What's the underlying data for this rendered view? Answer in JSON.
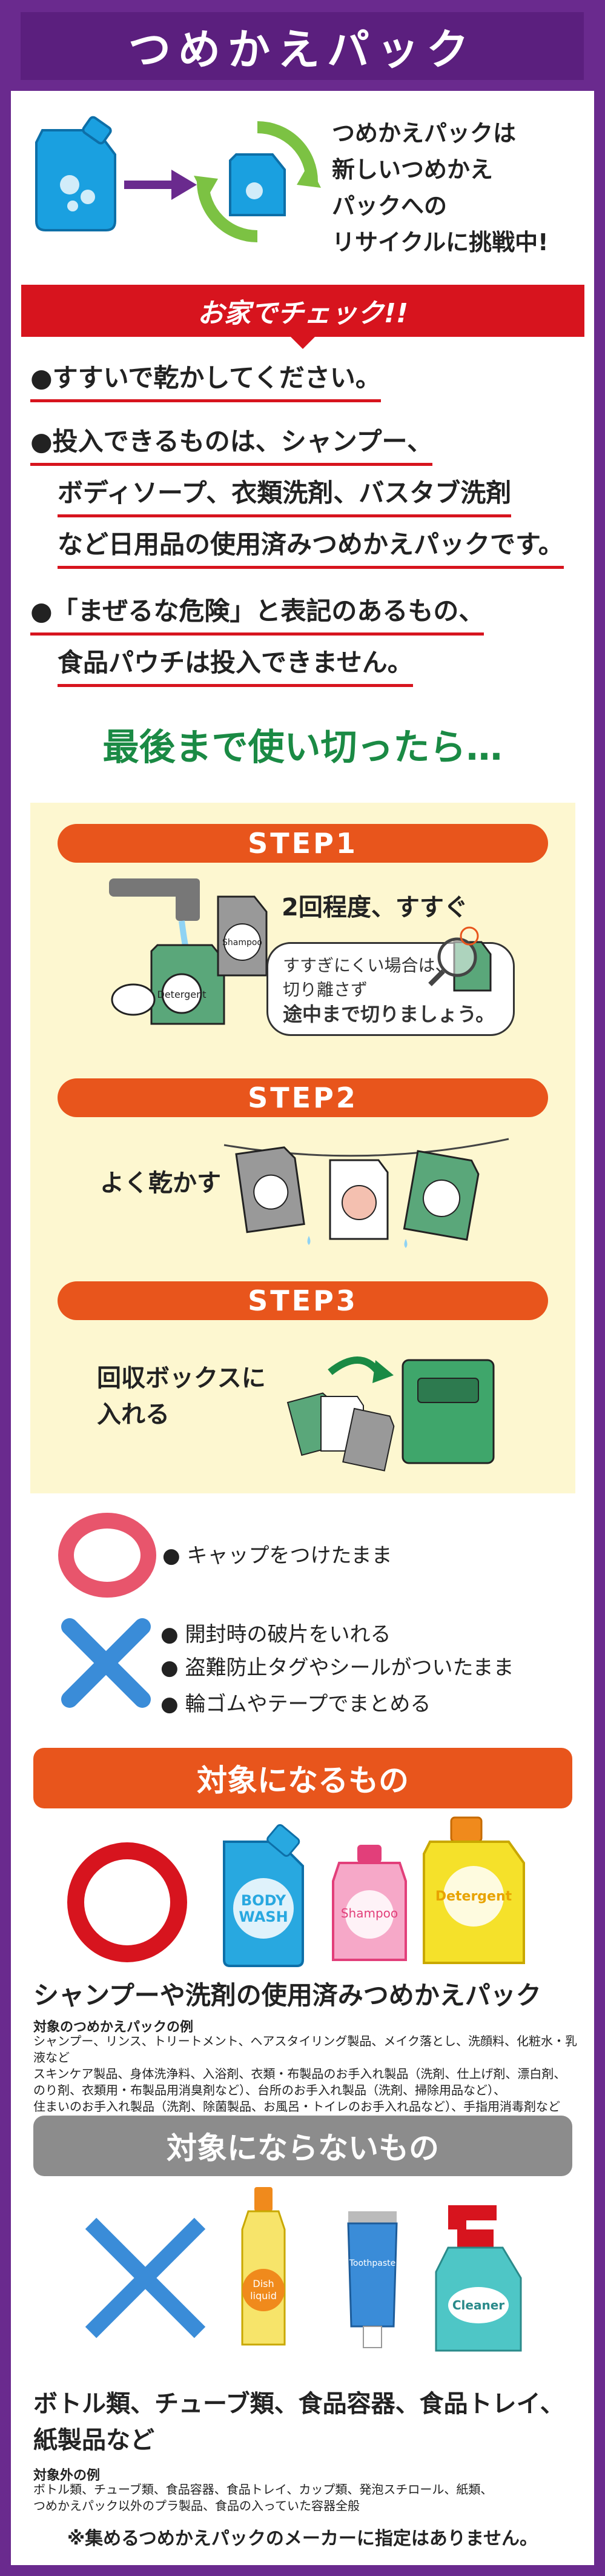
{
  "title": "つめかえパック",
  "intro": {
    "lines": [
      "つめかえパックは",
      "新しいつめかえ",
      "パックへの",
      "リサイクルに挑戦中!"
    ]
  },
  "check": {
    "banner": "お家でチェック!!",
    "items": [
      "●すすいで乾かしてください。",
      "●投入できるものは、シャンプー、",
      "ボディソープ、衣類洗剤、バスタブ洗剤",
      "など日用品の使用済みつめかえパックです。",
      "●「まぜるな危険」と表記のあるもの、",
      "食品パウチは投入できません。"
    ]
  },
  "heading": "最後まで使い切ったら…",
  "steps": [
    {
      "label": "STEP1",
      "text": "2回程度、すすぐ"
    },
    {
      "label": "STEP2",
      "text": "よく乾かす"
    },
    {
      "label": "STEP3",
      "text_line1": "回収ボックスに",
      "text_line2": "入れる"
    }
  ],
  "bubble": {
    "line1": "すすぎにくい場合は、",
    "line2": "切り離さず",
    "line3": "途中まで切りましょう。"
  },
  "bag_labels": {
    "detergent": "Detergent",
    "shampoo": "Shampoo",
    "bodywash_line1": "BODY",
    "bodywash_line2": "WASH",
    "dish_line1": "Dish",
    "dish_line2": "liquid",
    "toothpaste": "Toothpaste",
    "cleaner": "Cleaner"
  },
  "ok_rule": "● キャップをつけたまま",
  "ng_rules": [
    "● 開封時の破片をいれる",
    "● 盗難防止タグやシールがついたまま",
    "● 輪ゴムやテープでまとめる"
  ],
  "target": {
    "pill": "対象になるもの",
    "caption": "シャンプーや洗剤の使用済みつめかえパック",
    "examples_head": "対象のつめかえパックの例",
    "examples": [
      "シャンプー、リンス、トリートメント、ヘアスタイリング製品、メイク落とし、洗顔料、化粧水・乳液など",
      "スキンケア製品、身体洗浄料、入浴剤、衣類・布製品のお手入れ製品（洗剤、仕上げ剤、漂白剤、",
      "のり剤、衣類用・布製品用消臭剤など）、台所のお手入れ製品（洗剤、掃除用品など）、",
      "住まいのお手入れ製品（洗剤、除菌製品、お風呂・トイレのお手入れ品など）、手指用消毒剤など"
    ]
  },
  "non_target": {
    "pill": "対象にならないもの",
    "caption_line1": "ボトル類、チューブ類、食品容器、食品トレイ、",
    "caption_line2": "紙製品など",
    "examples_head": "対象外の例",
    "examples": [
      "ボトル類、チューブ類、食品容器、食品トレイ、カップ類、発泡スチロール、紙類、",
      "つめかえパック以外のプラ製品、食品の入っていた容器全般"
    ]
  },
  "footer": "※集めるつめかえパックのメーカーに指定はありません。",
  "colors": {
    "purple": "#6a2a8e",
    "red": "#d7141e",
    "green": "#1a8a44",
    "orange": "#e8551c",
    "gray": "#8c8c8c",
    "cream": "#fdf7d0"
  }
}
